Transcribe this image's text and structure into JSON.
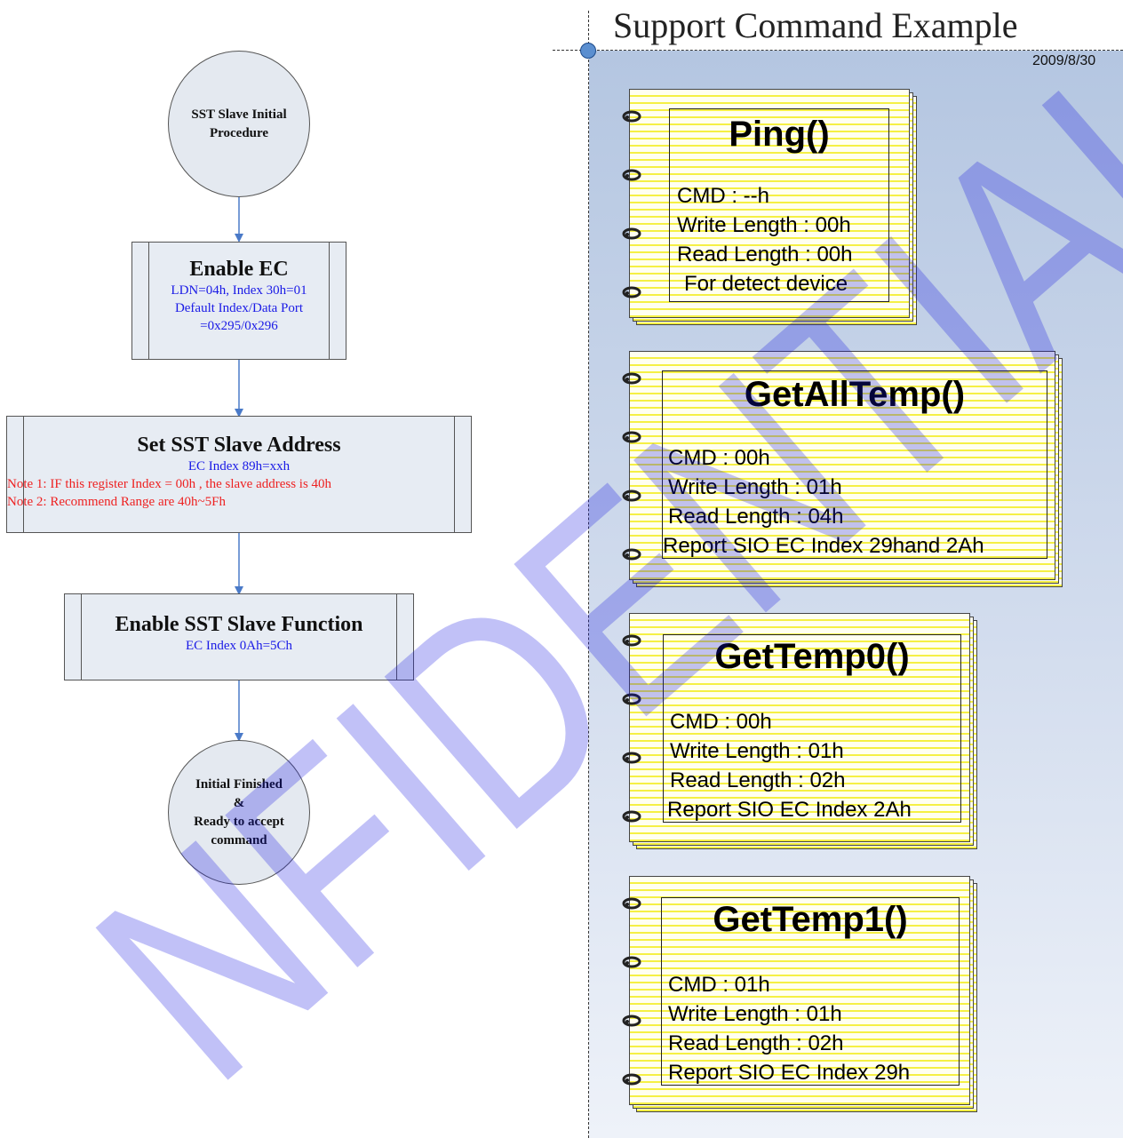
{
  "flowchart": {
    "start": "SST Slave Initial Procedure",
    "enable_ec": {
      "title": "Enable EC",
      "lines": [
        "LDN=04h, Index 30h=01",
        "Default Index/Data Port",
        "=0x295/0x296"
      ]
    },
    "set_address": {
      "title": "Set SST Slave Address",
      "line": "EC Index 89h=xxh",
      "notes": [
        "Note 1: IF this register Index = 00h , the slave address is 40h",
        "Note 2: Recommend Range are 40h~5Fh"
      ]
    },
    "enable_function": {
      "title": "Enable SST Slave Function",
      "line": "EC Index 0Ah=5Ch"
    },
    "end": [
      "Initial Finished",
      "&",
      "Ready to accept",
      "command"
    ]
  },
  "panel": {
    "title": "Support Command Example",
    "date": "2009/8/30"
  },
  "commands": [
    {
      "title": "Ping()",
      "lines": [
        "CMD : --h",
        "Write Length : 00h",
        "Read Length : 00h",
        "For detect device"
      ]
    },
    {
      "title": "GetAllTemp()",
      "lines": [
        "CMD : 00h",
        "Write Length : 01h",
        "Read Length : 04h",
        "Report SIO EC Index 29hand 2Ah"
      ]
    },
    {
      "title": "GetTemp0()",
      "lines": [
        "CMD : 00h",
        "Write Length : 01h",
        "Read Length : 02h",
        "Report SIO EC Index 2Ah"
      ]
    },
    {
      "title": "GetTemp1()",
      "lines": [
        "CMD : 01h",
        "Write Length : 01h",
        "Read Length : 02h",
        "Report SIO EC Index 29h"
      ]
    }
  ],
  "watermark": "NFIDENTIAL",
  "colors": {
    "watermark": "#1010e0",
    "arrow": "#4a7ac8",
    "note_blue": "#1a1ae6",
    "note_red": "#ee2222",
    "ruled_line": "#f5f044"
  }
}
